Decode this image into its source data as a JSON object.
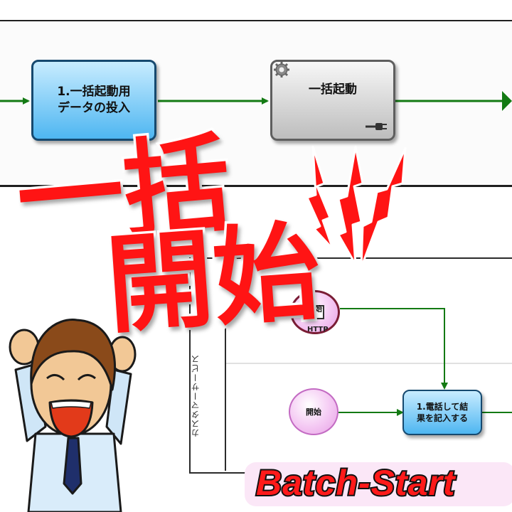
{
  "upper_flow": {
    "task_1": "1.一括起動用\nデータの投入",
    "task_2": "一括起動"
  },
  "headline": {
    "line_1": "一括",
    "line_2": "開始"
  },
  "lower_flow": {
    "lane_label": "カスタマーサービス",
    "message_start": "開始",
    "message_tag": "HTTP",
    "plain_start": "開始",
    "task_3": "1.電話して結\n果を記入する"
  },
  "banner": {
    "text": "Batch-Start"
  },
  "colors": {
    "sequence_arrow": "#137a13",
    "headline": "#ff1414",
    "task_blue": "#4eb6f1",
    "task_gray": "#bdbdbd",
    "event_pink": "#f4c8f3"
  },
  "icons": {
    "gear": "gear-icon",
    "plug": "plug-icon",
    "envelope": "envelope-icon",
    "mascot": "cheering-man-illustration"
  }
}
